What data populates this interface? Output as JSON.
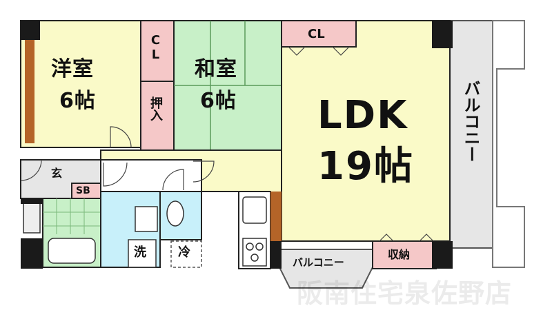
{
  "rooms": {
    "western_room": {
      "name": "洋室",
      "size": "6帖"
    },
    "japanese_room": {
      "name": "和室",
      "size": "6帖"
    },
    "ldk": {
      "name": "LDK",
      "size": "19帖"
    },
    "closet_western": "CL",
    "oshiire": "押入",
    "closet_ldk": "CL",
    "entrance": "玄",
    "shoe_box": "SB",
    "laundry": "洗",
    "fridge": "冷",
    "balcony_side": "バルコニー",
    "balcony_bottom": "バルコニー",
    "storage": "収納"
  },
  "watermark": "阪南住宅泉佐野店",
  "colors": {
    "western": "#fafac8",
    "japanese": "#c8f0c8",
    "ldk": "#fafac8",
    "closet": "#f5c8c8",
    "bath": "#c8f0c8",
    "wash": "#c8f0fa",
    "toilet": "#c8f0fa",
    "balcony": "#e6e6e6",
    "wall": "#1a1a1a",
    "wood": "#b46428"
  }
}
